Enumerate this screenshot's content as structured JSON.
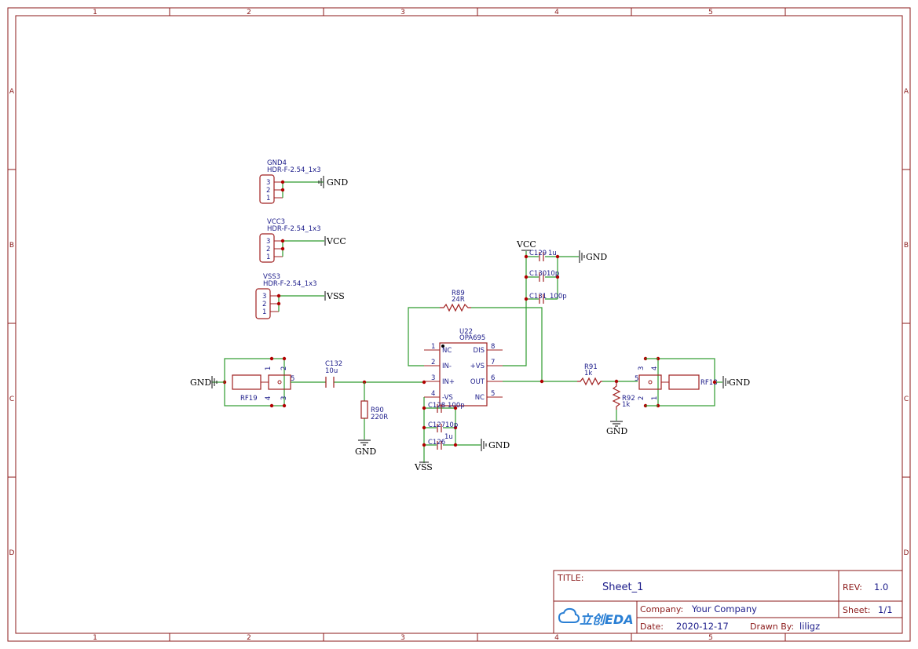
{
  "frame": {
    "columns": [
      "1",
      "2",
      "3",
      "4",
      "5"
    ],
    "rows": [
      "A",
      "B",
      "C",
      "D"
    ]
  },
  "headers": [
    {
      "ref": "GND4",
      "value": "HDR-F-2.54_1x3",
      "pins": [
        "3",
        "2",
        "1"
      ],
      "net": "GND"
    },
    {
      "ref": "VCC3",
      "value": "HDR-F-2.54_1x3",
      "pins": [
        "3",
        "2",
        "1"
      ],
      "net": "VCC"
    },
    {
      "ref": "VSS3",
      "value": "HDR-F-2.54_1x3",
      "pins": [
        "3",
        "2",
        "1"
      ],
      "net": "VSS"
    }
  ],
  "u22": {
    "ref": "U22",
    "value": "OPA695",
    "left_pins": [
      {
        "num": "1",
        "name": "NC"
      },
      {
        "num": "2",
        "name": "IN-"
      },
      {
        "num": "3",
        "name": "IN+"
      },
      {
        "num": "4",
        "name": "-VS"
      }
    ],
    "right_pins": [
      {
        "num": "8",
        "name": "DIS"
      },
      {
        "num": "7",
        "name": "+VS"
      },
      {
        "num": "6",
        "name": "OUT"
      },
      {
        "num": "5",
        "name": "NC"
      }
    ]
  },
  "parts": {
    "r89": {
      "ref": "R89",
      "value": "24R"
    },
    "r90": {
      "ref": "R90",
      "value": "220R"
    },
    "r91": {
      "ref": "R91",
      "value": "1k"
    },
    "r92": {
      "ref": "R92",
      "value": "1k"
    },
    "c132": {
      "ref": "C132",
      "value": "10u"
    },
    "c129": {
      "ref": "C129",
      "value": "1u"
    },
    "c130": {
      "ref": "C130",
      "value": "10p"
    },
    "c131": {
      "ref": "C131",
      "value": "100p"
    },
    "c128": {
      "ref": "C128",
      "value": "100p"
    },
    "c127": {
      "ref": "C127",
      "value": "10p"
    },
    "c126": {
      "ref": "C126",
      "value": "1u"
    },
    "rf19": {
      "ref": "RF19",
      "pins": [
        "1",
        "2",
        "5",
        "4",
        "3"
      ]
    },
    "rf18": {
      "ref": "RF18",
      "pins": [
        "3",
        "4",
        "5",
        "2",
        "1"
      ]
    }
  },
  "nets": {
    "gnd": "GND",
    "vcc": "VCC",
    "vss": "VSS"
  },
  "title_block": {
    "title_key": "TITLE:",
    "title": "Sheet_1",
    "rev_key": "REV:",
    "rev": "1.0",
    "company_key": "Company:",
    "company": "Your Company",
    "sheet_key": "Sheet:",
    "sheet": "1/1",
    "date_key": "Date:",
    "date": "2020-12-17",
    "drawn_key": "Drawn By:",
    "drawn": "liligz",
    "logo_text": "立创EDA"
  },
  "colors": {
    "frame": "#8b1a1a",
    "wire": "#2e9b2e",
    "part": "#a02020",
    "label": "#1c1c8a",
    "logo": "#2a7fd4"
  }
}
